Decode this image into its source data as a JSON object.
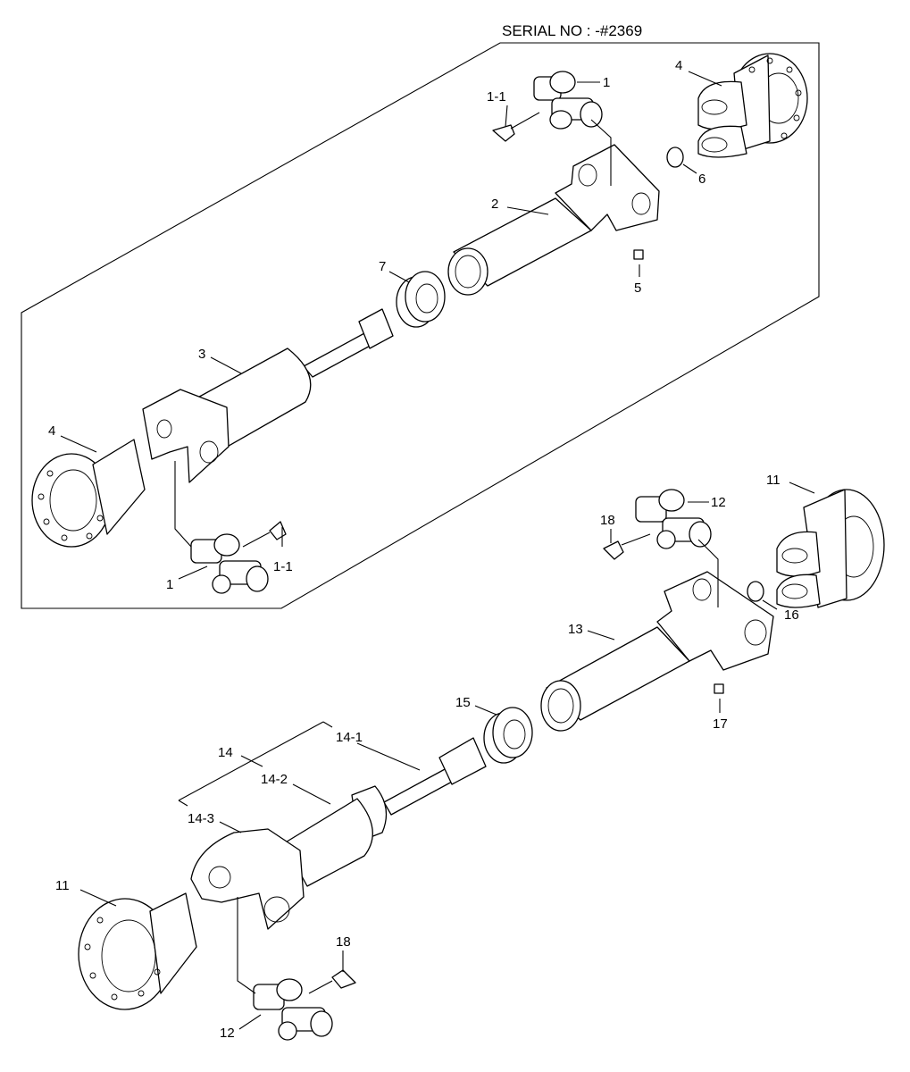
{
  "header": {
    "serial_text": "SERIAL NO : -#2369"
  },
  "callouts": {
    "upper_1_top": "1",
    "upper_1_1_top": "1-1",
    "upper_4_top": "4",
    "upper_6": "6",
    "upper_2": "2",
    "upper_5": "5",
    "upper_7": "7",
    "upper_3": "3",
    "upper_4_left": "4",
    "upper_1_1_bottom": "1-1",
    "upper_1_bottom": "1",
    "lower_12_top": "12",
    "lower_11_right": "11",
    "lower_18_top": "18",
    "lower_16": "16",
    "lower_13": "13",
    "lower_17": "17",
    "lower_15": "15",
    "lower_14_1": "14-1",
    "lower_14": "14",
    "lower_14_2": "14-2",
    "lower_14_3": "14-3",
    "lower_11_left": "11",
    "lower_18_bottom": "18",
    "lower_12_bottom": "12"
  }
}
